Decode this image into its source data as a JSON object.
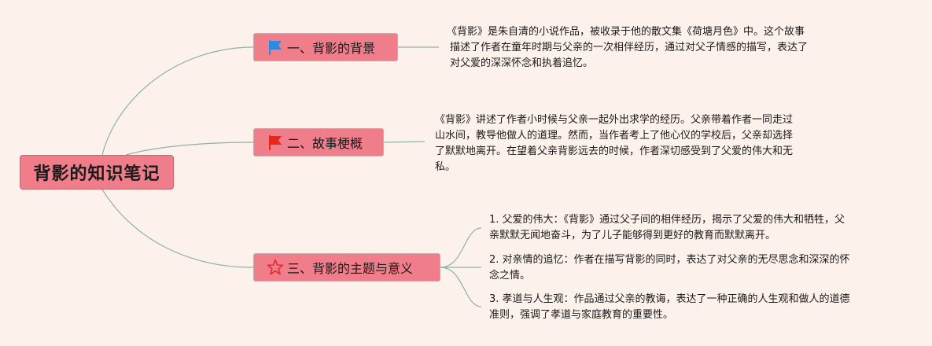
{
  "root": {
    "title": "背影的知识笔记"
  },
  "topics": [
    {
      "label": "一、背影的背景",
      "icon": "flag-blue-icon",
      "color": "#2b8be0"
    },
    {
      "label": "二、故事梗概",
      "icon": "flag-red-icon",
      "color": "#e8271b"
    },
    {
      "label": "三、背影的主题与意义",
      "icon": "star-outline-icon",
      "color": "#e82a2a"
    }
  ],
  "background_text": {
    "lines": [
      "《背影》是朱自清的小说作品，被收录于他的散文集《荷塘月色》中。这个故事",
      "描述了作者在童年时期与父亲的一次相伴经历，通过对父子情感的描写，表达了",
      "对父爱的深深怀念和执着追忆。"
    ]
  },
  "summary_text": {
    "lines": [
      "《背影》讲述了作者小时候与父亲一起外出求学的经历。父亲带着作者一同走过",
      "山水间，教导他做人的道理。然而，当作者考上了他心仪的学校后，父亲却选择",
      "了默默地离开。在望着父亲背影远去的时候，作者深切感受到了父爱的伟大和无",
      "私。"
    ]
  },
  "themes": [
    {
      "lines": [
        "1. 父爱的伟大：《背影》通过父子间的相伴经历，揭示了父爱的伟大和牺牲，父",
        "亲默默无闻地奋斗，为了儿子能够得到更好的教育而默默离开。"
      ]
    },
    {
      "lines": [
        "2. 对亲情的追忆：作者在描写背影的同时，表达了对父亲的无尽思念和深深的怀",
        "念之情。"
      ]
    },
    {
      "lines": [
        "3. 孝道与人生观：作品通过父亲的教诲，表达了一种正确的人生观和做人的道德",
        "准则，强调了孝道与家庭教育的重要性。"
      ]
    }
  ],
  "colors": {
    "node_fill": "#ef7d8a",
    "connector": "#7aa898",
    "background": "#fdf1ec"
  }
}
